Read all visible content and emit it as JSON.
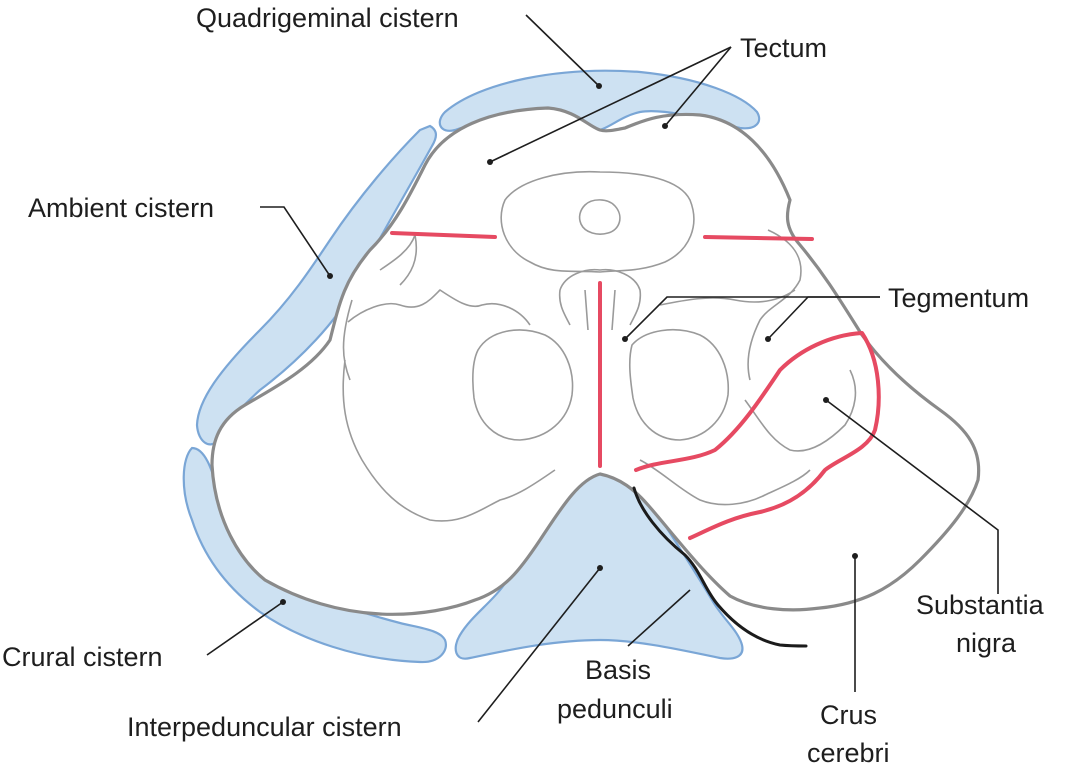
{
  "labels": {
    "quadrigeminal_cistern": "Quadrigeminal cistern",
    "tectum": "Tectum",
    "ambient_cistern": "Ambient cistern",
    "tegmentum": "Tegmentum",
    "substantia_nigra_1": "Substantia",
    "substantia_nigra_2": "nigra",
    "crural_cistern": "Crural cistern",
    "basis_pedunculi_1": "Basis",
    "basis_pedunculi_2": "pedunculi",
    "interpeduncular_cistern": "Interpeduncular cistern",
    "crus_cerebri_1": "Crus",
    "crus_cerebri_2": "cerebri"
  },
  "colors": {
    "cistern_fill": "#cde1f2",
    "cistern_stroke": "#7aa6d6",
    "boundary_red": "#e64a62",
    "outline_gray": "#8a8a8a",
    "label_text": "#1e1e1e"
  }
}
